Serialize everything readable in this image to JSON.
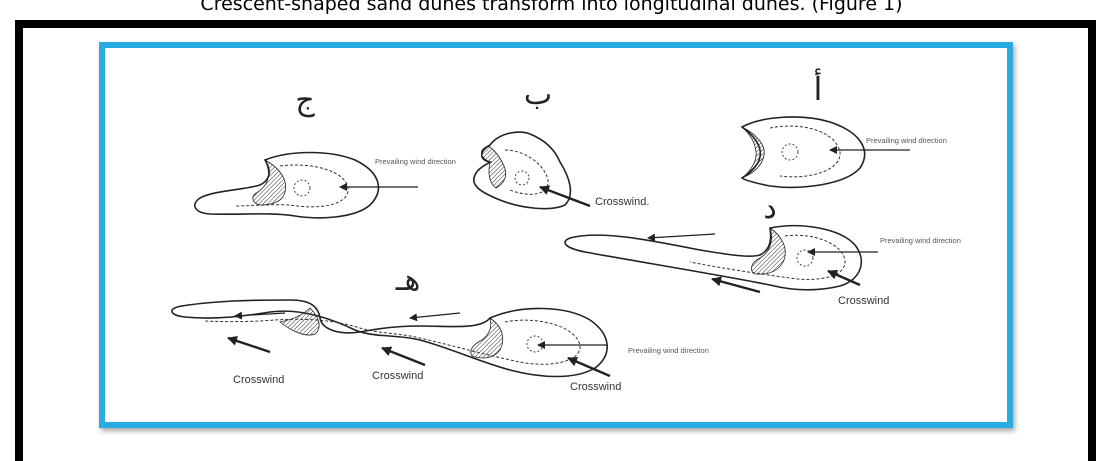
{
  "caption": "Crescent-shaped sand dunes transform into longitudinal dunes. (Figure 1)",
  "diagram": {
    "stage_letters": {
      "a": "أ",
      "b": "ب",
      "c": "ج",
      "d": "د",
      "e": "هـ"
    },
    "labels": {
      "prevailing_wind_a": "Prevailing wind direction",
      "prevailing_wind_c": "Prevailing wind direction",
      "prevailing_wind_d": "Prevailing wind direction",
      "prevailing_wind_e": "Prevailing wind direction",
      "crosswind_b": "Crosswind.",
      "crosswind_d": "Crosswind",
      "crosswind_e1": "Crosswind",
      "crosswind_e2": "Crosswind",
      "crosswind_e3": "Crosswind"
    },
    "colors": {
      "frame": "#000000",
      "card_border": "#29abe2",
      "ink": "#222222"
    }
  }
}
